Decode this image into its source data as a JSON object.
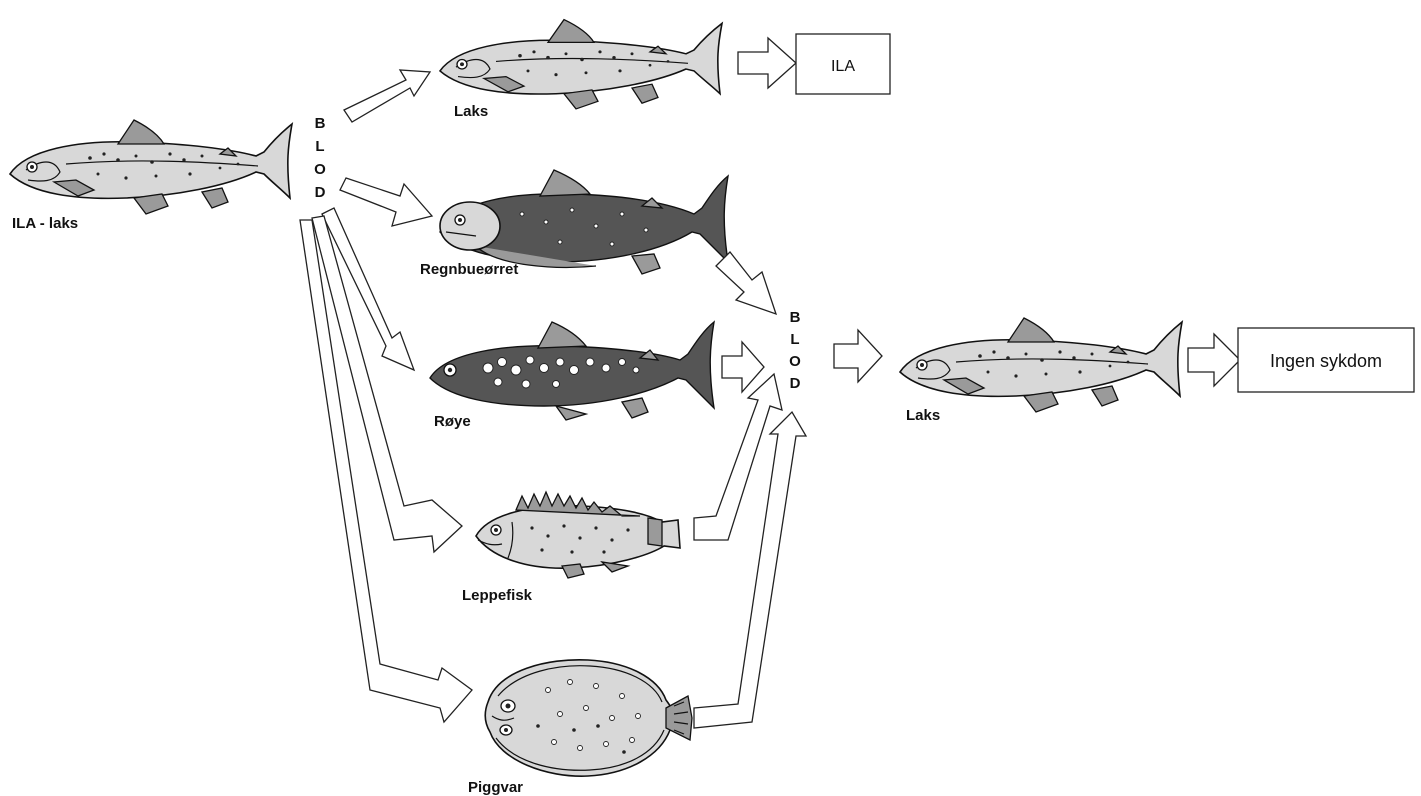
{
  "blood_label": [
    "B",
    "L",
    "O",
    "D"
  ],
  "labels": {
    "source": "ILA - laks",
    "laks_top": "Laks",
    "regnbue": "Regnbueørret",
    "roye": "Røye",
    "leppefisk": "Leppefisk",
    "piggvar": "Piggvar",
    "laks_result": "Laks"
  },
  "outcome_boxes": {
    "ila": "ILA",
    "none": "Ingen sykdom"
  },
  "icons": {
    "salmon": "salmon-illustration",
    "trout": "rainbow-trout-illustration",
    "char": "arctic-char-illustration",
    "wrasse": "wrasse-illustration",
    "turbot": "turbot-illustration",
    "arrow": "hollow-arrow-icon"
  }
}
